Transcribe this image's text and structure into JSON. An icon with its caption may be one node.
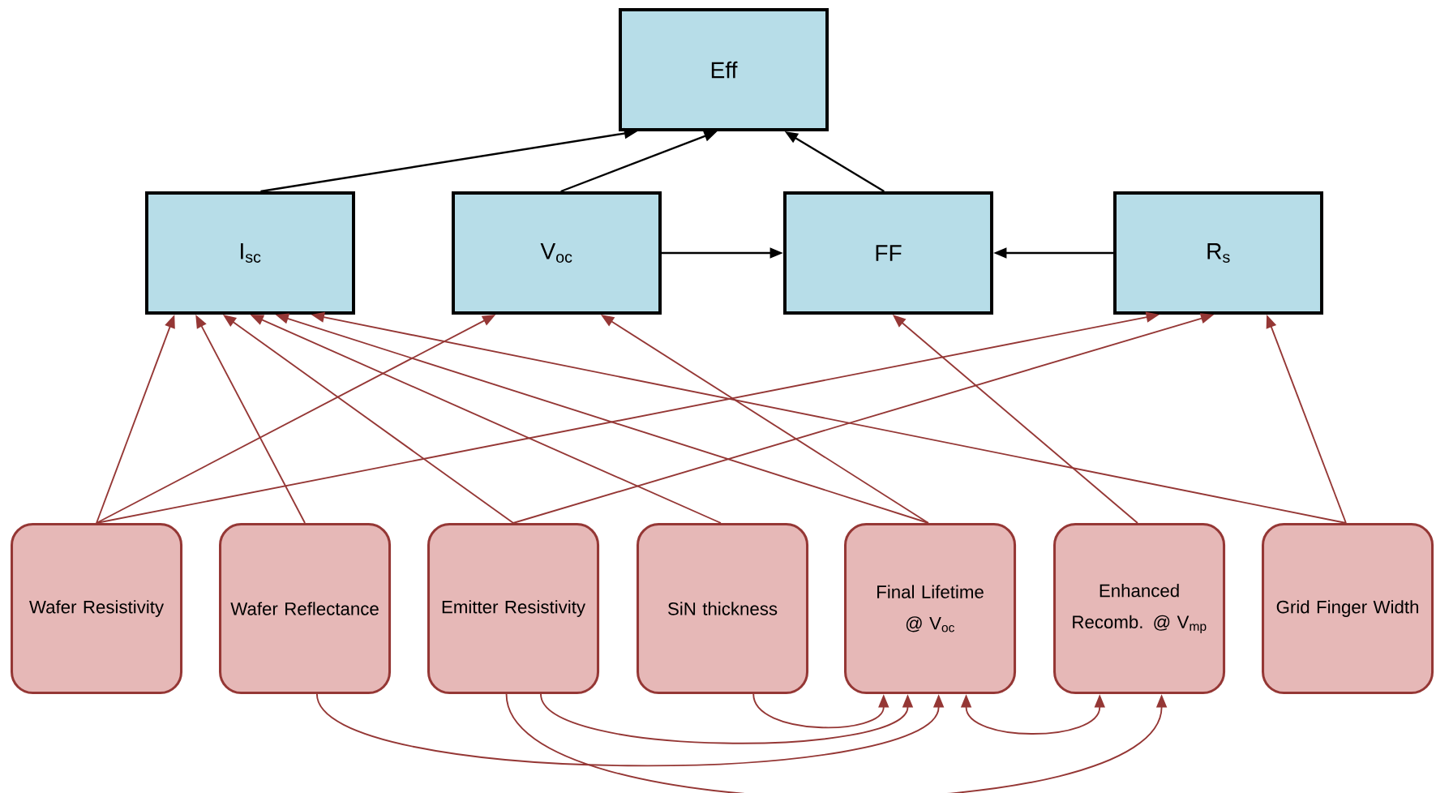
{
  "diagram": {
    "nodes": [
      {
        "text": [
          "Eff"
        ]
      },
      {
        "text": [
          "I$_{sc}$"
        ]
      },
      {
        "text": [
          "V$_{oc}$"
        ]
      },
      {
        "text": [
          "FF"
        ]
      },
      {
        "text": [
          "R$_{s}$"
        ]
      },
      {
        "text": [
          "Wafer Resistivity"
        ]
      },
      {
        "text": [
          "Wafer Reflectance"
        ]
      },
      {
        "text": [
          "Emitter Resistivity"
        ]
      },
      {
        "text": [
          "SiN thickness"
        ]
      },
      {
        "text": [
          "Final Lifetime @ V$_{oc}$"
        ]
      },
      {
        "text": [
          "Enhanced Recomb. @ V$_{mp}$"
        ]
      },
      {
        "text": [
          "Grid Finger Width"
        ]
      }
    ],
    "edges": [
      {
        "from": 1,
        "to": 0,
        "arrow": "to",
        "color": "#000000"
      },
      {
        "from": 2,
        "to": 0,
        "arrow": "to",
        "color": "#000000"
      },
      {
        "from": 3,
        "to": 0,
        "arrow": "to",
        "color": "#000000"
      },
      {
        "from": 2,
        "to": 3,
        "arrow": "to",
        "color": "#000000"
      },
      {
        "from": 4,
        "to": 3,
        "arrow": "to",
        "color": "#000000"
      },
      {
        "from": 5,
        "to": 1,
        "arrow": "to"
      },
      {
        "from": 6,
        "to": 1,
        "arrow": "to"
      },
      {
        "from": 7,
        "to": 1,
        "arrow": "to"
      },
      {
        "from": 8,
        "to": 1,
        "arrow": "to"
      },
      {
        "from": 9,
        "to": 1,
        "arrow": "to"
      },
      {
        "from": 11,
        "to": 1,
        "arrow": "to"
      },
      {
        "from": 5,
        "to": 2,
        "arrow": "to"
      },
      {
        "from": 9,
        "to": 2,
        "arrow": "to"
      },
      {
        "from": 10,
        "to": 3,
        "arrow": "to"
      },
      {
        "from": 5,
        "to": 4,
        "arrow": "to"
      },
      {
        "from": 7,
        "to": 4,
        "arrow": "to"
      },
      {
        "from": 11,
        "to": 4,
        "arrow": "to"
      },
      {
        "from": 6,
        "to": 9,
        "arrow": "to"
      },
      {
        "from": 7,
        "to": 10,
        "arrow": "to"
      },
      {
        "from": 7,
        "to": 9,
        "arrow": "to"
      },
      {
        "from": 8,
        "to": 9,
        "arrow": "to"
      },
      {
        "from": 9,
        "to": 10,
        "arrow": "both"
      }
    ]
  }
}
